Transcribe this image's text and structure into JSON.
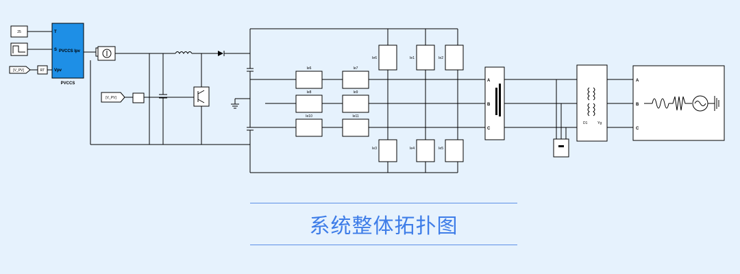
{
  "title": "系统整体拓扑图",
  "inputs": {
    "temperature": "25",
    "vpv_tag": "[V_PV]",
    "rt": "RT",
    "vpv_tag2": "[V_PV]"
  },
  "pv_block": {
    "name": "PVCCS",
    "in_t": "T",
    "in_s": "S",
    "in_vpv": "Vpv",
    "out_label": "PVCCS  Ipv"
  },
  "switches_top": [
    "Ie6",
    "Ie1",
    "Ie2"
  ],
  "switches_bottom": [
    "Ie3",
    "Ie4",
    "Ie5"
  ],
  "bridge_labels": [
    "Ie6",
    "Ie7",
    "Ie8",
    "Ie9",
    "Ie10",
    "Ie11"
  ],
  "phases": [
    "A",
    "B",
    "C"
  ],
  "transformer": {
    "primary": "D1",
    "secondary": "Yg"
  },
  "load_phases": [
    "A",
    "B",
    "C"
  ]
}
